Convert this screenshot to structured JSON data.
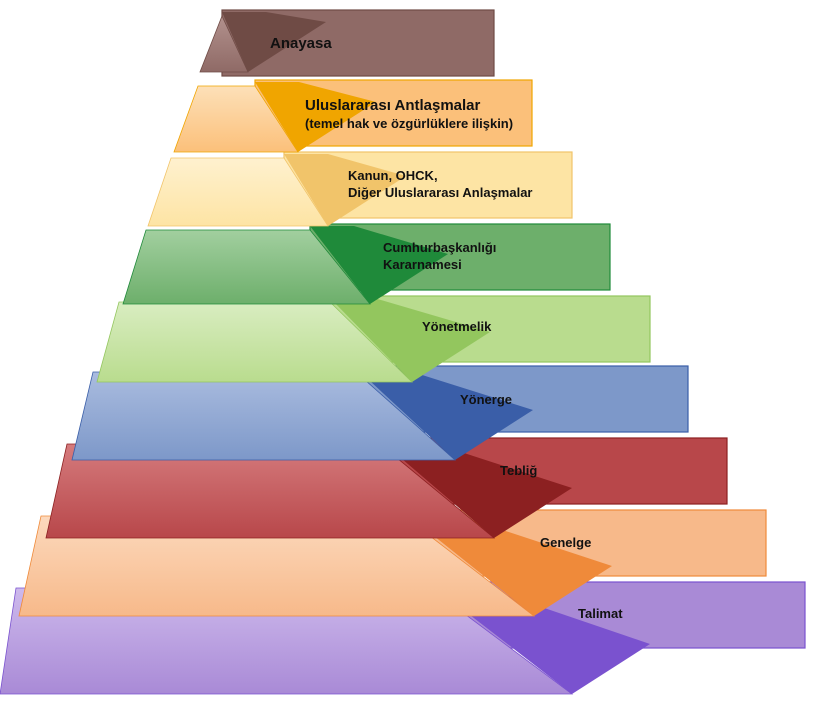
{
  "levels": [
    {
      "line1": "Anayasa",
      "line2": "",
      "color": "#8f6a66",
      "dark": "#6f4b45",
      "light": "#b2918d"
    },
    {
      "line1": "Uluslararası Antlaşmalar",
      "line2": "(temel hak ve özgürlüklere ilişkin)",
      "color": "#fbc07a",
      "dark": "#f0a500",
      "light": "#fde0b8"
    },
    {
      "line1": "Kanun, OHCK,",
      "line2": "Diğer Uluslararası Anlaşmalar",
      "color": "#fde4a4",
      "dark": "#f1c46a",
      "light": "#fff1cf"
    },
    {
      "line1": "Cumhurbaşkanlığı",
      "line2": "Kararnamesi",
      "color": "#6daf6b",
      "dark": "#1f8a3a",
      "light": "#a2cf9f"
    },
    {
      "line1": "Yönetmelik",
      "line2": "",
      "color": "#b9dc8e",
      "dark": "#93c65e",
      "light": "#d9edc1"
    },
    {
      "line1": "Yönerge",
      "line2": "",
      "color": "#7d98c9",
      "dark": "#3a5ea8",
      "light": "#aabcdf"
    },
    {
      "line1": "Tebliğ",
      "line2": "",
      "color": "#b8474a",
      "dark": "#8c2021",
      "light": "#d57b7d"
    },
    {
      "line1": "Genelge",
      "line2": "",
      "color": "#f7b98a",
      "dark": "#ef8a3a",
      "light": "#fcd9bd"
    },
    {
      "line1": "Talimat",
      "line2": "",
      "color": "#a98ad6",
      "dark": "#7a52cf",
      "light": "#cdb9ec"
    }
  ]
}
